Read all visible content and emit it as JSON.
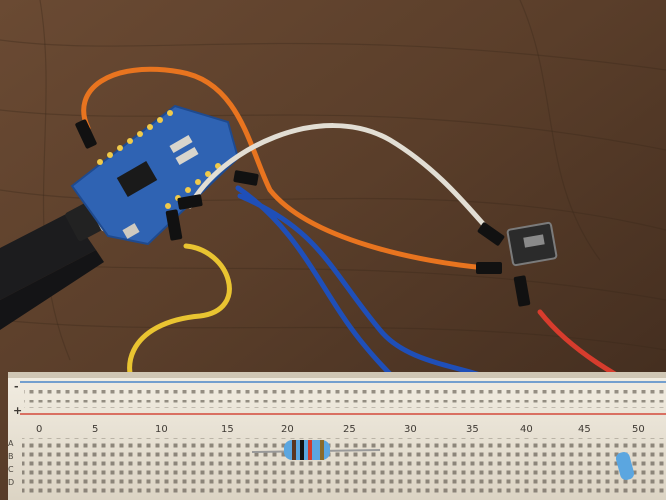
{
  "breadboard": {
    "rail_markers": [
      "-",
      "+"
    ],
    "column_numbers": [
      "0",
      "5",
      "10",
      "15",
      "20",
      "25",
      "30",
      "35",
      "40",
      "45",
      "50"
    ],
    "row_letters": [
      "A",
      "B",
      "C",
      "D"
    ]
  },
  "colors": {
    "table": "#5b3f2a",
    "breadboard": "#efe9dc",
    "board_pcb": "#2f63b3",
    "wire_orange": "#e8741f",
    "wire_white": "#e2ded4",
    "wire_blue": "#1f4fb8",
    "wire_yellow": "#e9c431",
    "wire_red": "#d73c2d",
    "rail_blue": "#4a86c8",
    "rail_red": "#d34a3a"
  },
  "icons": {
    "usb_cable": "usb-cable-icon",
    "resistor": "resistor-icon",
    "slide_switch": "slide-switch-icon"
  }
}
